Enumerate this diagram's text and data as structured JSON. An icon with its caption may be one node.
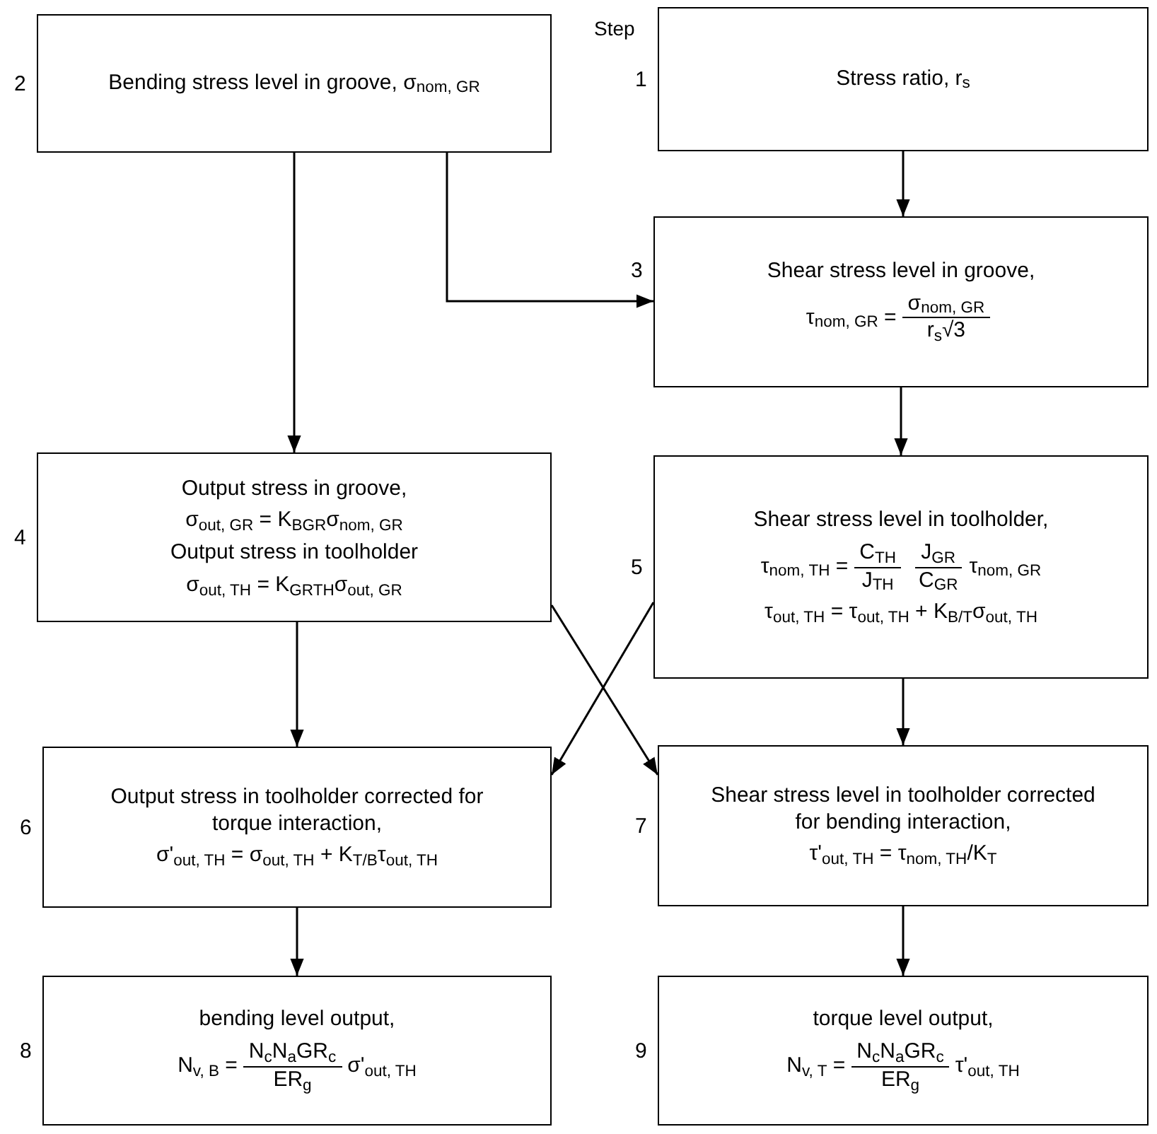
{
  "diagram": {
    "nodes": [
      {
        "text": [
          "Bending stress level in groove, σ$_{nom, GR}$"
        ],
        "beside": [
          "2"
        ]
      },
      {
        "text": [
          "Stress ratio, r$_{s}$"
        ],
        "beside": [
          "1"
        ]
      },
      {
        "text": [
          "Shear stress level in groove,",
          "τ$_{nom, GR}$ =",
          "σ$_{nom, GR}$",
          "r$_{s}$√3"
        ],
        "beside": [
          "3"
        ]
      },
      {
        "text": [
          "Output stress in groove,",
          "σ$_{out, GR}$ = K$_{BGR}$σ$_{nom, GR}$",
          "Output stress in toolholder",
          "σ$_{out, TH}$ = K$_{GRTH}$σ$_{out, GR}$"
        ],
        "beside": [
          "4"
        ]
      },
      {
        "text": [
          "Shear stress level in toolholder,",
          "τ$_{nom, TH}$ =",
          "C$_{TH}$",
          "J$_{TH}$",
          "J$_{GR}$",
          "C$_{GR}$",
          "τ$_{nom, GR}$",
          "τ$_{out, TH}$ = τ$_{out, TH}$ + K$_{B/T}$σ$_{out, TH}$"
        ],
        "beside": [
          "5"
        ]
      },
      {
        "text": [
          "Output stress in toolholder corrected for torque interaction,",
          "σ'$_{out, TH}$ = σ$_{out, TH}$ + K$_{T/B}$τ$_{out, TH}$"
        ],
        "beside": [
          "6"
        ]
      },
      {
        "text": [
          "Shear stress level in toolholder corrected for bending interaction,",
          "τ'$_{out, TH}$ = τ$_{nom, TH}$/K$_{T}$"
        ],
        "beside": [
          "7"
        ]
      },
      {
        "text": [
          "bending level output,",
          "N$_{v, B}$ =",
          "N$_{c}$N$_{a}$GR$_{c}$",
          "ER$_{g}$",
          "σ'$_{out, TH}$"
        ],
        "beside": [
          "8"
        ]
      },
      {
        "text": [
          "torque level output,",
          "N$_{v, T}$ =",
          "N$_{c}$N$_{a}$GR$_{c}$",
          "ER$_{g}$",
          "τ'$_{out, TH}$"
        ],
        "beside": [
          "9"
        ]
      }
    ],
    "edges": [
      {
        "from": 1,
        "to": 2,
        "arrow": "to"
      },
      {
        "from": 0,
        "to": 2,
        "arrow": "to"
      },
      {
        "from": 0,
        "to": 3,
        "arrow": "to"
      },
      {
        "from": 2,
        "to": 4,
        "arrow": "to"
      },
      {
        "from": 3,
        "to": 5,
        "arrow": "to"
      },
      {
        "from": 3,
        "to": 6,
        "arrow": "to"
      },
      {
        "from": 4,
        "to": 5,
        "arrow": "to"
      },
      {
        "from": 4,
        "to": 6,
        "arrow": "to"
      },
      {
        "from": 5,
        "to": 7,
        "arrow": "to"
      },
      {
        "from": 6,
        "to": 8,
        "arrow": "to"
      }
    ],
    "labels": [
      "Step"
    ]
  }
}
